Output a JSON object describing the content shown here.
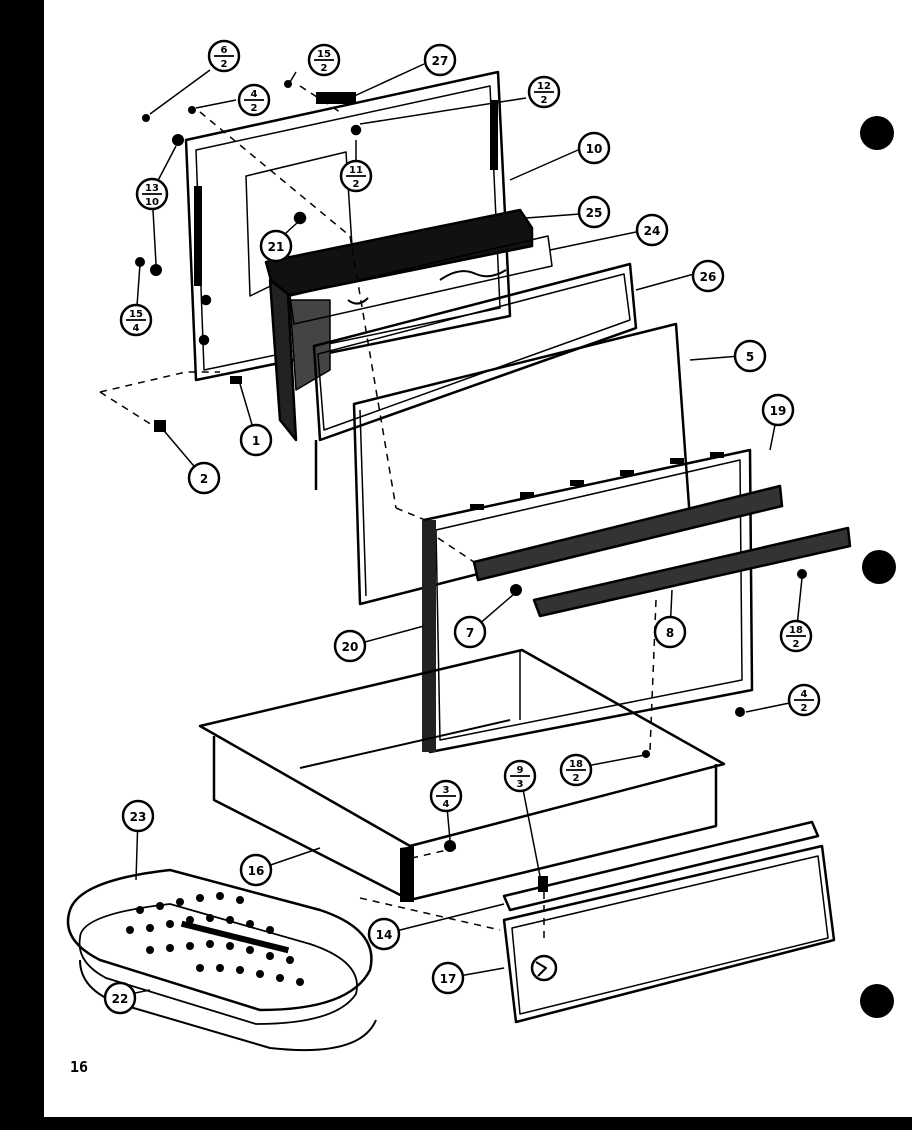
{
  "page_number": "16",
  "callouts": [
    {
      "id": "c-6-2",
      "top": "6",
      "bottom": "2"
    },
    {
      "id": "c-15-2",
      "top": "15",
      "bottom": "2"
    },
    {
      "id": "c-27",
      "label": "27"
    },
    {
      "id": "c-4-2a",
      "top": "4",
      "bottom": "2"
    },
    {
      "id": "c-12-2",
      "top": "12",
      "bottom": "2"
    },
    {
      "id": "c-10",
      "label": "10"
    },
    {
      "id": "c-11-2",
      "top": "11",
      "bottom": "2"
    },
    {
      "id": "c-13-10",
      "top": "13",
      "bottom": "10"
    },
    {
      "id": "c-25",
      "label": "25"
    },
    {
      "id": "c-24",
      "label": "24"
    },
    {
      "id": "c-21",
      "label": "21"
    },
    {
      "id": "c-26",
      "label": "26"
    },
    {
      "id": "c-15-4",
      "top": "15",
      "bottom": "4"
    },
    {
      "id": "c-5",
      "label": "5"
    },
    {
      "id": "c-1",
      "label": "1"
    },
    {
      "id": "c-2",
      "label": "2"
    },
    {
      "id": "c-19",
      "label": "19"
    },
    {
      "id": "c-7",
      "label": "7"
    },
    {
      "id": "c-8",
      "label": "8"
    },
    {
      "id": "c-18-2a",
      "top": "18",
      "bottom": "2"
    },
    {
      "id": "c-20",
      "label": "20"
    },
    {
      "id": "c-4-2b",
      "top": "4",
      "bottom": "2"
    },
    {
      "id": "c-18-2b",
      "top": "18",
      "bottom": "2"
    },
    {
      "id": "c-3-4",
      "top": "3",
      "bottom": "4"
    },
    {
      "id": "c-9-3",
      "top": "9",
      "bottom": "3"
    },
    {
      "id": "c-23",
      "label": "23"
    },
    {
      "id": "c-16",
      "label": "16"
    },
    {
      "id": "c-14",
      "label": "14"
    },
    {
      "id": "c-17",
      "label": "17"
    },
    {
      "id": "c-22",
      "label": "22"
    }
  ]
}
